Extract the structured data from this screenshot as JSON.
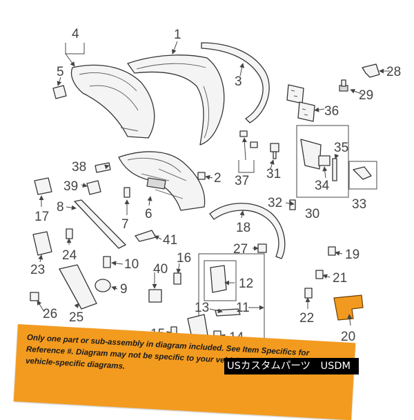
{
  "diagram": {
    "callouts": [
      "1",
      "2",
      "3",
      "4",
      "5",
      "6",
      "7",
      "8",
      "9",
      "10",
      "11",
      "12",
      "13",
      "14",
      "15",
      "16",
      "17",
      "18",
      "19",
      "20",
      "21",
      "22",
      "23",
      "24",
      "25",
      "26",
      "27",
      "28",
      "29",
      "30",
      "31",
      "32",
      "33",
      "34",
      "35",
      "36",
      "37",
      "38",
      "39",
      "40",
      "41"
    ],
    "highlighted_part": "20",
    "highlight_color": "#f29a1f"
  },
  "banner": {
    "text": "Only one part or sub-assembly in diagram included. See Item Specifics for Reference #. Diagram may not be specific to your vehicle. See Compatibility for vehicle-specific diagrams.",
    "color": "#f39b1f"
  },
  "watermark": {
    "text": "USカスタムパーツ　USDM"
  }
}
